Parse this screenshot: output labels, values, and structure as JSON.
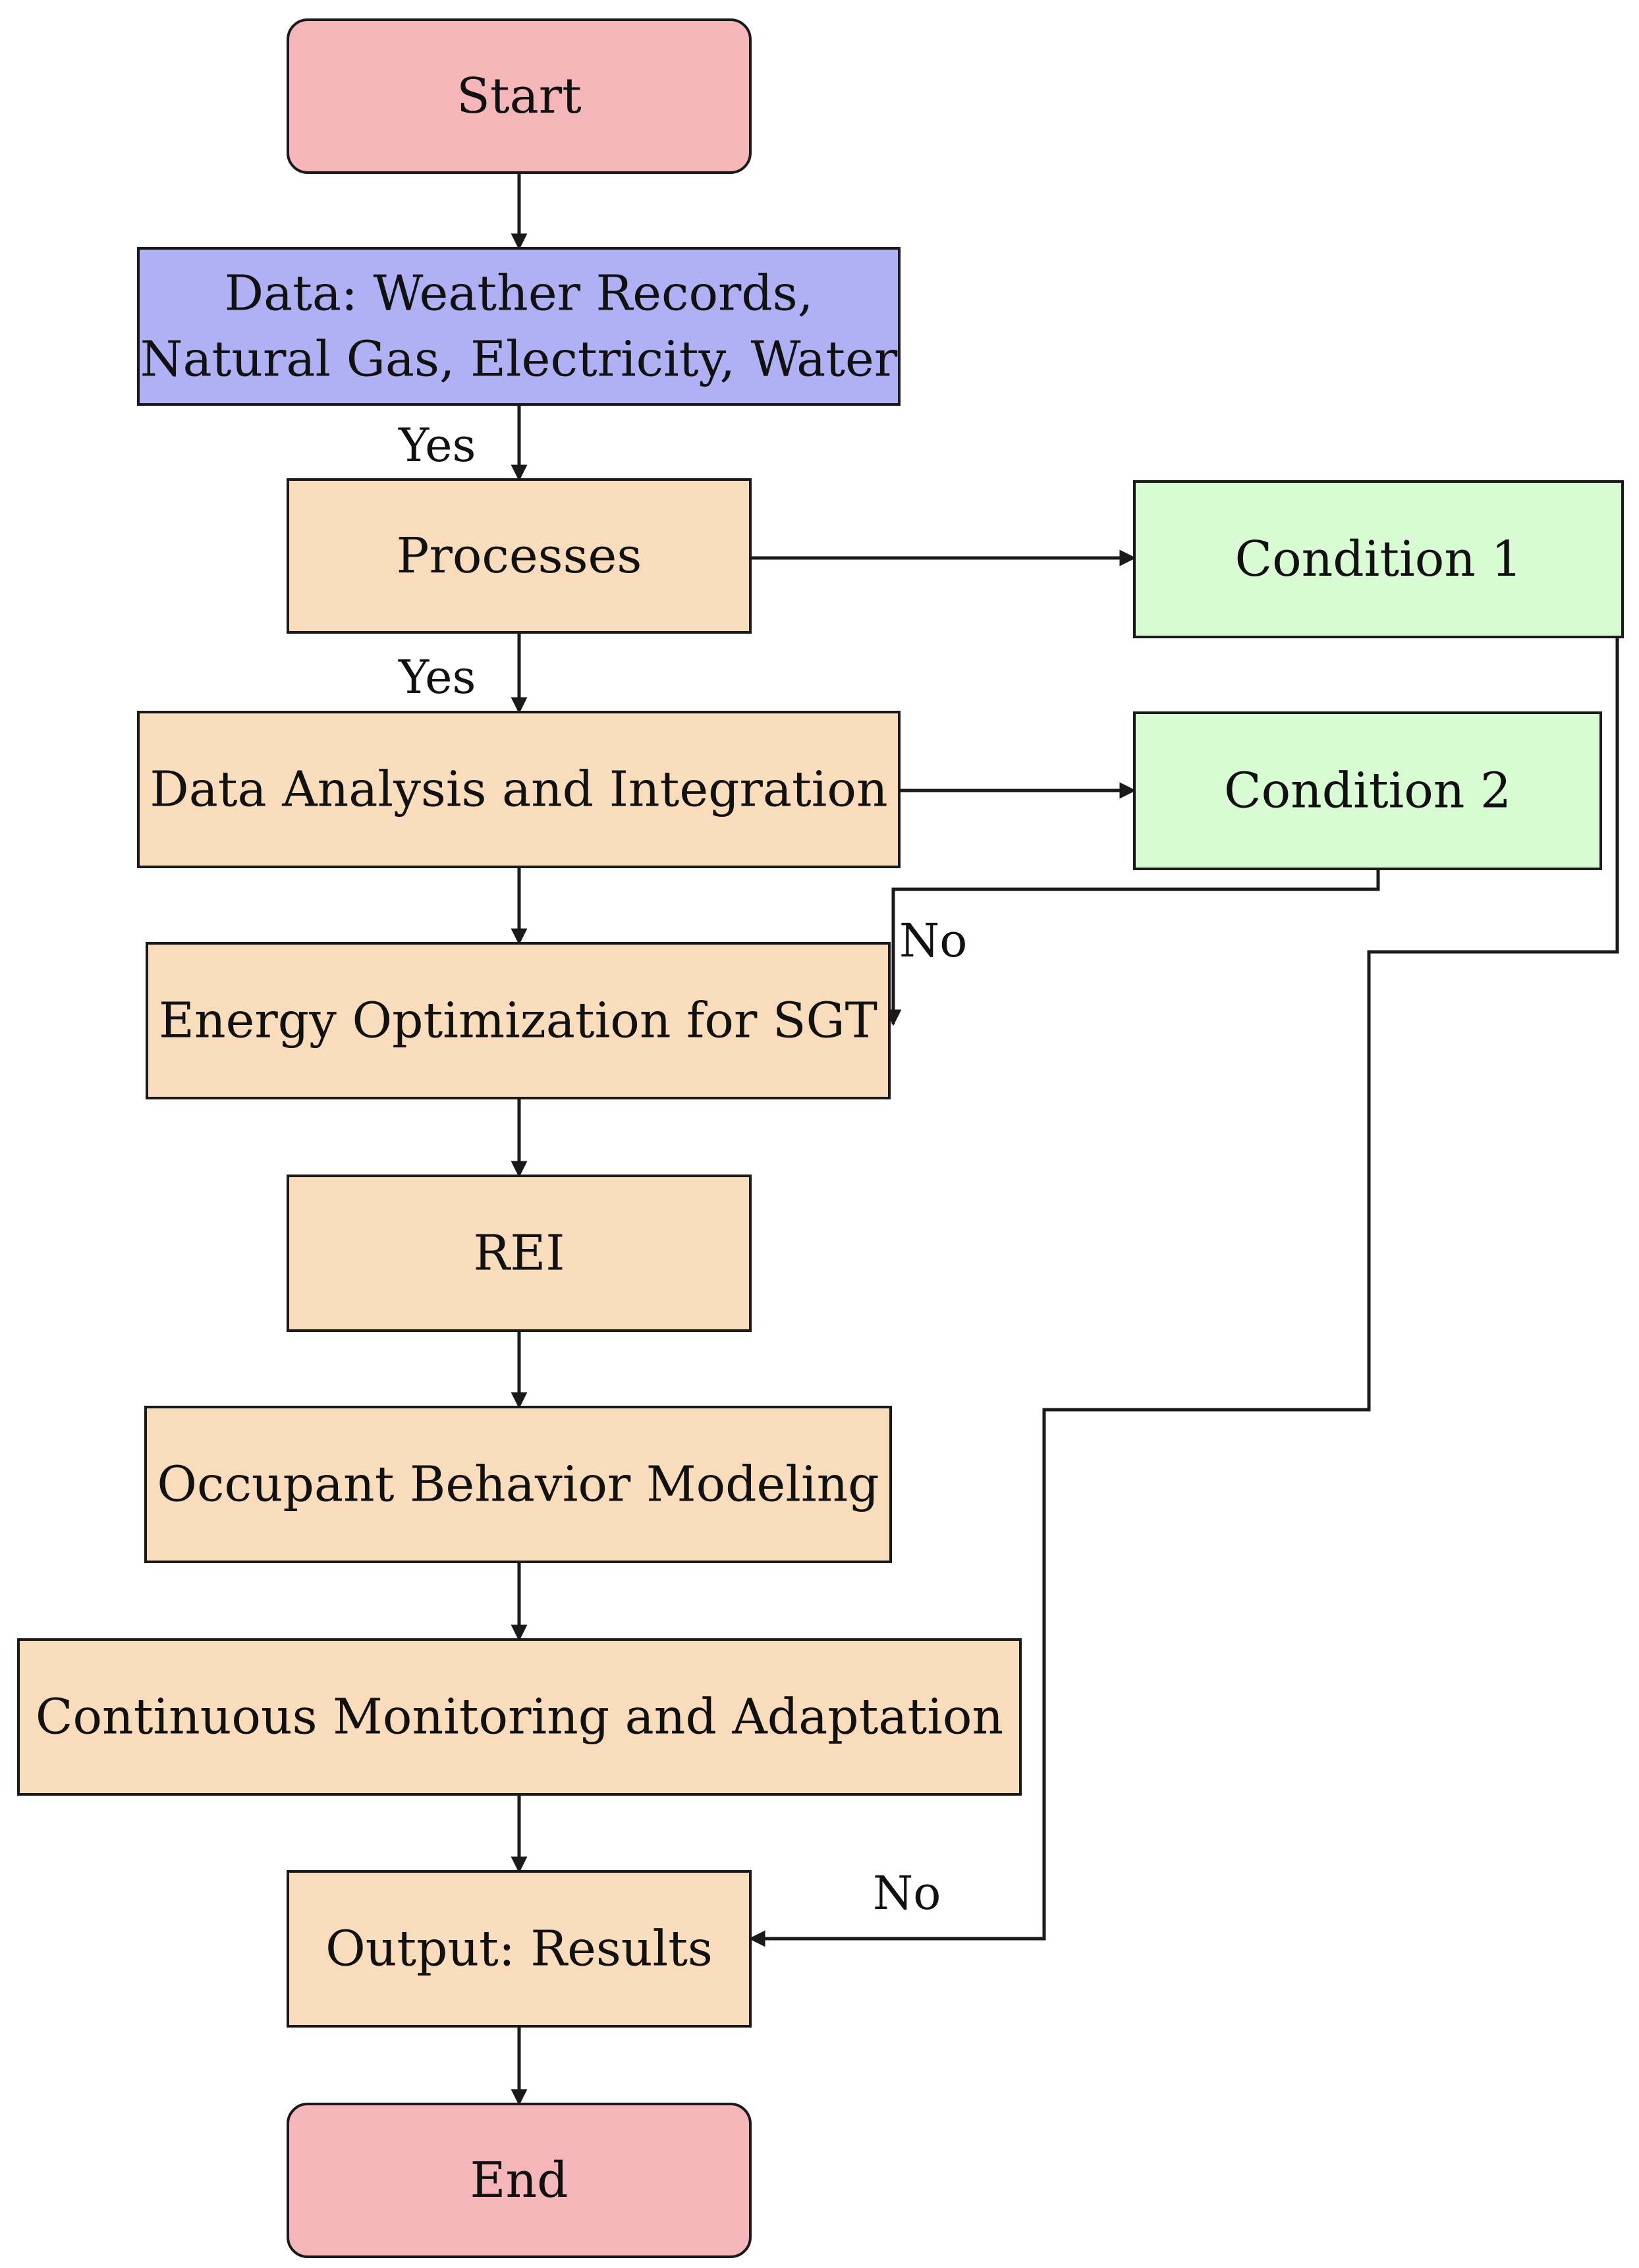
{
  "diagram": {
    "colors": {
      "terminal": "#f4b6b8",
      "data": "#b0b0f5",
      "process": "#f9dcbb",
      "condition": "#d8fbd4",
      "line": "#1a1a1a"
    },
    "nodes": {
      "start": {
        "text": [
          "Start"
        ],
        "kind": "terminal"
      },
      "data": {
        "text": [
          "Data: Weather Records,",
          "Natural Gas, Electricity, Water"
        ],
        "kind": "data"
      },
      "processes": {
        "text": [
          "Processes"
        ],
        "kind": "process"
      },
      "analysis": {
        "text": [
          "Data Analysis and Integration"
        ],
        "kind": "process"
      },
      "energy": {
        "text": [
          "Energy Optimization for SGT"
        ],
        "kind": "process"
      },
      "rei": {
        "text": [
          "REI"
        ],
        "kind": "process"
      },
      "occupant": {
        "text": [
          "Occupant Behavior Modeling"
        ],
        "kind": "process"
      },
      "monitoring": {
        "text": [
          "Continuous Monitoring and Adaptation"
        ],
        "kind": "process"
      },
      "output": {
        "text": [
          "Output: Results"
        ],
        "kind": "process"
      },
      "end": {
        "text": [
          "End"
        ],
        "kind": "terminal"
      },
      "cond1": {
        "text": [
          "Condition 1"
        ],
        "kind": "condition"
      },
      "cond2": {
        "text": [
          "Condition 2"
        ],
        "kind": "condition"
      }
    },
    "edges": [
      {
        "from": "start",
        "to": "data",
        "label": ""
      },
      {
        "from": "data",
        "to": "processes",
        "label": "Yes"
      },
      {
        "from": "processes",
        "to": "analysis",
        "label": "Yes"
      },
      {
        "from": "processes",
        "to": "cond1",
        "label": ""
      },
      {
        "from": "analysis",
        "to": "cond2",
        "label": ""
      },
      {
        "from": "analysis",
        "to": "energy",
        "label": ""
      },
      {
        "from": "cond2",
        "to": "energy",
        "label": "No"
      },
      {
        "from": "energy",
        "to": "rei",
        "label": ""
      },
      {
        "from": "rei",
        "to": "occupant",
        "label": ""
      },
      {
        "from": "occupant",
        "to": "monitoring",
        "label": ""
      },
      {
        "from": "monitoring",
        "to": "output",
        "label": ""
      },
      {
        "from": "cond1",
        "to": "output",
        "label": "No"
      },
      {
        "from": "output",
        "to": "end",
        "label": ""
      }
    ]
  }
}
